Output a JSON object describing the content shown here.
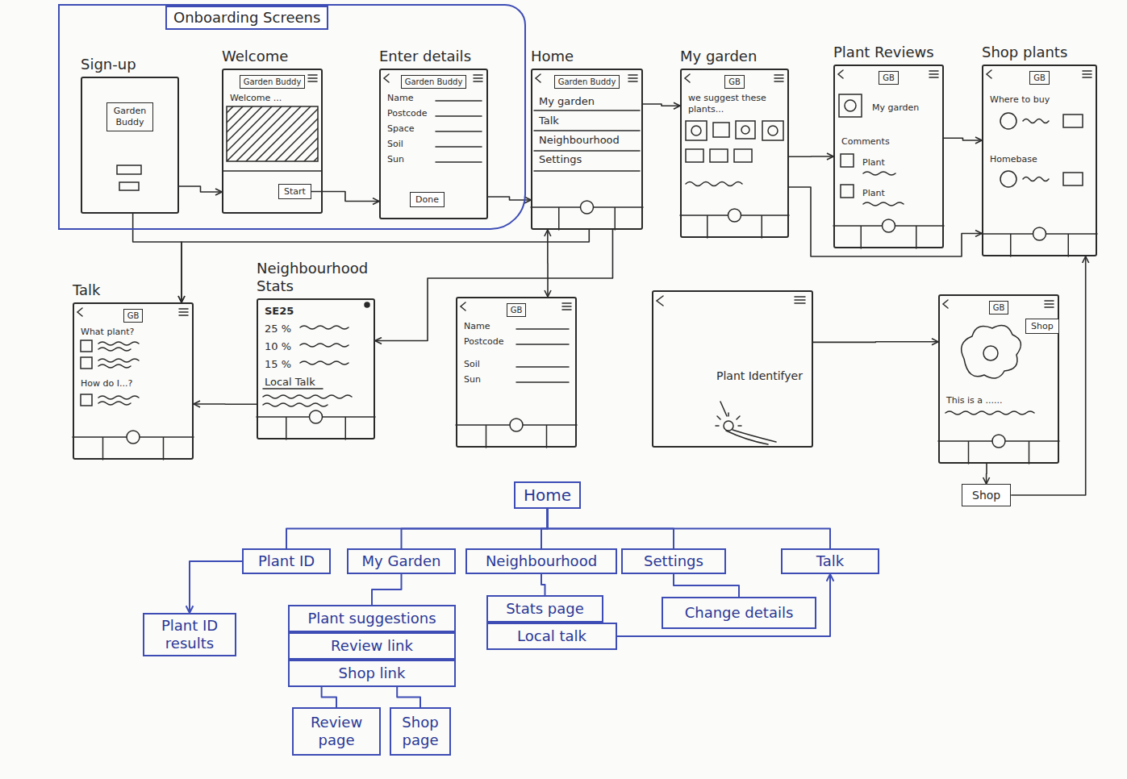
{
  "diagram": {
    "nodes": [
      {
        "text": [
          "Onboarding Screens"
        ]
      },
      {
        "text": [
          "Sign-up"
        ],
        "in": 0
      },
      {
        "text": [
          "Garden Buddy"
        ],
        "in": 1
      },
      {
        "text": [
          "Welcome",
          "Garden Buddy",
          "Welcome ..."
        ],
        "in": 0
      },
      {
        "text": [
          "Start"
        ],
        "in": 3
      },
      {
        "text": [
          "Enter details",
          "Garden Buddy",
          "Name",
          "Postcode",
          "Space",
          "Soil",
          "Sun"
        ],
        "in": 0
      },
      {
        "text": [
          "Done"
        ],
        "in": 5
      },
      {
        "text": [
          "Home",
          "Garden Buddy",
          "My garden",
          "Talk",
          "Neighbourhood",
          "Settings"
        ]
      },
      {
        "text": [
          "My garden",
          "GB",
          "we suggest these plants..."
        ]
      },
      {
        "text": [
          "Plant Reviews",
          "GB",
          "My garden",
          "Comments",
          "Plant",
          "Plant"
        ]
      },
      {
        "text": [
          "Shop plants",
          "GB",
          "Where to buy",
          "Homebase"
        ]
      },
      {
        "text": [
          "Talk",
          "GB",
          "What plant?",
          "How do I...?"
        ]
      },
      {
        "text": [
          "Neighbourhood Stats",
          "SE25",
          "25 %",
          "10 %",
          "15 %",
          "Local Talk"
        ]
      },
      {
        "text": [
          "GB",
          "Name",
          "Postcode",
          "Soil",
          "Sun"
        ]
      },
      {
        "text": [
          "Plant Identifyer"
        ]
      },
      {
        "text": [
          "GB",
          "This is a ......"
        ]
      },
      {
        "text": [
          "Shop"
        ],
        "in": 15
      },
      {
        "text": [
          "Shop"
        ]
      },
      {
        "text": [
          "Home"
        ]
      },
      {
        "text": [
          "Plant ID"
        ]
      },
      {
        "text": [
          "My Garden"
        ]
      },
      {
        "text": [
          "Neighbourhood"
        ]
      },
      {
        "text": [
          "Settings"
        ]
      },
      {
        "text": [
          "Talk"
        ]
      },
      {
        "text": [
          "Plant ID results"
        ]
      },
      {
        "text": [
          "Plant suggestions"
        ]
      },
      {
        "text": [
          "Review link"
        ]
      },
      {
        "text": [
          "Shop link"
        ]
      },
      {
        "text": [
          "Review page"
        ]
      },
      {
        "text": [
          "Shop page"
        ]
      },
      {
        "text": [
          "Stats page"
        ]
      },
      {
        "text": [
          "Local talk"
        ]
      },
      {
        "text": [
          "Change details"
        ]
      }
    ],
    "edges": [
      {
        "from": 1,
        "to": 3,
        "arrow": "to"
      },
      {
        "from": 4,
        "to": 5,
        "arrow": "to"
      },
      {
        "from": 5,
        "to": 7,
        "arrow": "to"
      },
      {
        "from": 7,
        "to": 8,
        "arrow": "to"
      },
      {
        "from": 8,
        "to": 9,
        "arrow": "to"
      },
      {
        "from": 9,
        "to": 10,
        "arrow": "to"
      },
      {
        "from": 8,
        "to": 10,
        "arrow": "to"
      },
      {
        "from": 1,
        "to": 11,
        "arrow": "to"
      },
      {
        "from": 7,
        "to": 11,
        "arrow": "to"
      },
      {
        "from": 7,
        "to": 12,
        "arrow": "to"
      },
      {
        "from": 7,
        "to": 13,
        "arrow": "both"
      },
      {
        "from": 12,
        "to": 11,
        "arrow": "to"
      },
      {
        "from": 14,
        "to": 15,
        "arrow": "to"
      },
      {
        "from": 15,
        "to": 17,
        "arrow": "to"
      },
      {
        "from": 17,
        "to": 10,
        "arrow": "to"
      },
      {
        "from": 18,
        "to": 19,
        "arrow": "none"
      },
      {
        "from": 18,
        "to": 20,
        "arrow": "none"
      },
      {
        "from": 18,
        "to": 21,
        "arrow": "none"
      },
      {
        "from": 18,
        "to": 22,
        "arrow": "none"
      },
      {
        "from": 18,
        "to": 23,
        "arrow": "none"
      },
      {
        "from": 19,
        "to": 24,
        "arrow": "to"
      },
      {
        "from": 20,
        "to": 25,
        "arrow": "none"
      },
      {
        "from": 27,
        "to": 28,
        "arrow": "none"
      },
      {
        "from": 27,
        "to": 29,
        "arrow": "none"
      },
      {
        "from": 21,
        "to": 30,
        "arrow": "none"
      },
      {
        "from": 22,
        "to": 32,
        "arrow": "none"
      },
      {
        "from": 31,
        "to": 23,
        "arrow": "to"
      }
    ]
  }
}
